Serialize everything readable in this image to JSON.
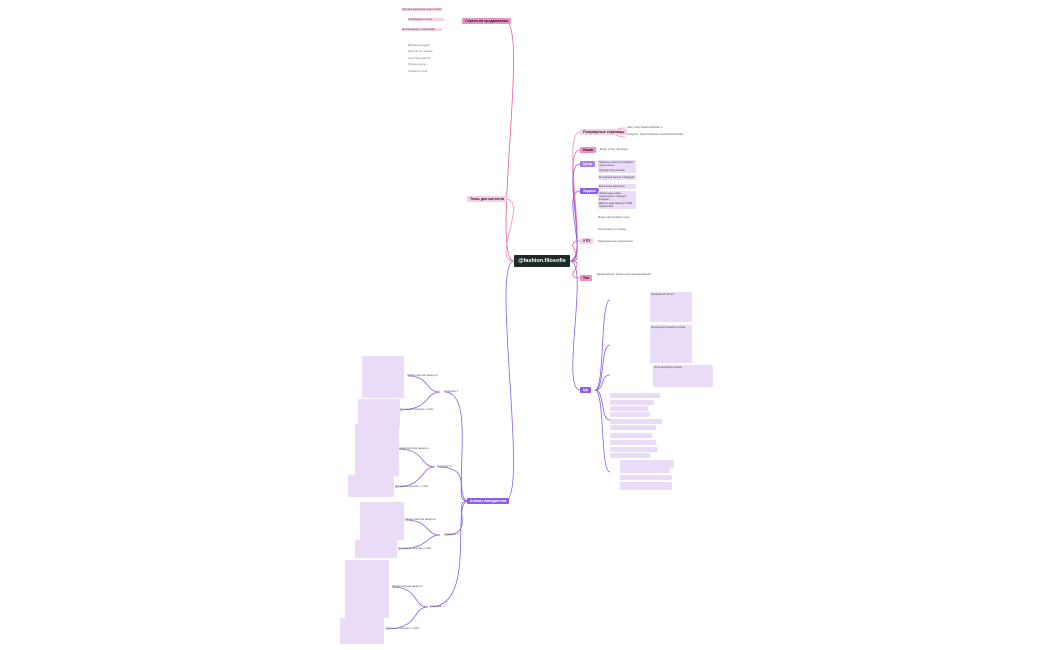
{
  "central": {
    "label": "@fashion.filosofie"
  },
  "right_topics": {
    "popular_pages": {
      "label": "Популярные страницы",
      "children": [
        "Сайт: https://fashionfilosofie.ru",
        "Instagram: https://instagram.com/fashion.filosofie"
      ]
    },
    "niche": {
      "label": "Ниша",
      "children": [
        "Мода, стиль, обучение"
      ]
    },
    "goal": {
      "label": "Цель",
      "children": [
        "Привлечь клиентов в Instagram через контент",
        "Продажи консультаций"
      ]
    },
    "tasks": {
      "label": "Задачи",
      "children": [
        "Регулярный контент в Instagram",
        "Вовлечение аудитории",
        "Привлечение новых подписчиков с помощью Instagram",
        "Довести аудиторию до 10 000 подписчиков"
      ]
    },
    "usp": {
      "label": "УТП",
      "children": [
        "Мода и философия стиля",
        "Экспертность и подход",
        "Персональные консультации"
      ]
    },
    "tone": {
      "label": "Тон",
      "children": [
        "Дружелюбный, экспертный, вдохновляющий"
      ]
    },
    "ca": {
      "label": "ЦА",
      "children": [
        "Женщины 25–45 лет",
        "Интересуются модой и стилем",
        "Хотят выглядеть стильно"
      ]
    }
  },
  "left_topics": {
    "strategy": {
      "label": "Стратегия продвижения",
      "children": [
        "Прогрев аудитории через сторис",
        "Публикации в ленте",
        "Коллаборации с блогерами"
      ]
    },
    "content": {
      "label": "Темы для контента",
      "children": [
        "Базовый гардероб",
        "Капсулы по сезонам",
        "Сочетание цветов",
        "Тренды сезона",
        "Ошибки в стиле"
      ]
    },
    "competitors": {
      "label": "Анализ конкурентов",
      "children": [
        {
          "name": "Конкурент 1",
          "sub": [
            "Характеристики аккаунта",
            "Что можно перенять у себя"
          ]
        },
        {
          "name": "Конкурент 2",
          "sub": [
            "Характеристики аккаунта",
            "Что можно перенять у себя"
          ]
        },
        {
          "name": "Конкурент 3",
          "sub": [
            "Характеристики аккаунта",
            "Что можно перенять у себя"
          ]
        },
        {
          "name": "Конкурент 4",
          "sub": [
            "Характеристики аккаунта",
            "Что можно перенять у себя"
          ]
        }
      ]
    }
  }
}
